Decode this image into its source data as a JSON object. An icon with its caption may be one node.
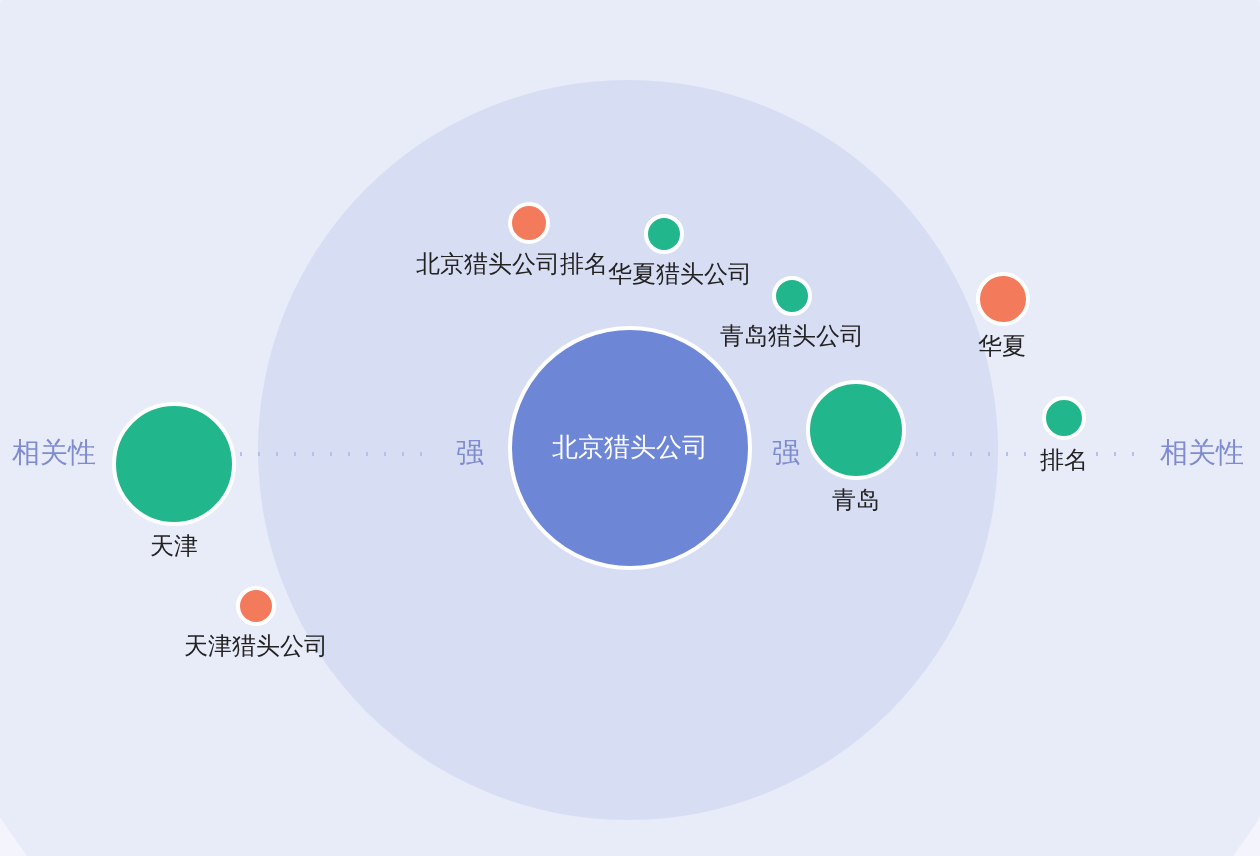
{
  "diagram": {
    "nodes": [
      {
        "text": [
          "北京猎头公司"
        ]
      },
      {
        "text": [],
        "shape": "circle",
        "beside": [
          "天津"
        ]
      },
      {
        "text": [],
        "shape": "circle",
        "beside": [
          "天津猎头公司"
        ]
      },
      {
        "text": [],
        "shape": "circle",
        "beside": [
          "北京猎头公司排名"
        ]
      },
      {
        "text": [],
        "shape": "circle",
        "beside": [
          "华夏猎头公司"
        ]
      },
      {
        "text": [],
        "shape": "circle",
        "beside": [
          "青岛猎头公司"
        ]
      },
      {
        "text": [],
        "shape": "circle",
        "beside": [
          "青岛"
        ]
      },
      {
        "text": [],
        "shape": "circle",
        "beside": [
          "华夏"
        ]
      },
      {
        "text": [],
        "shape": "circle",
        "beside": [
          "排名"
        ]
      }
    ],
    "edges": [],
    "labels": [
      "相关性",
      "强",
      "强",
      "相关性"
    ]
  }
}
